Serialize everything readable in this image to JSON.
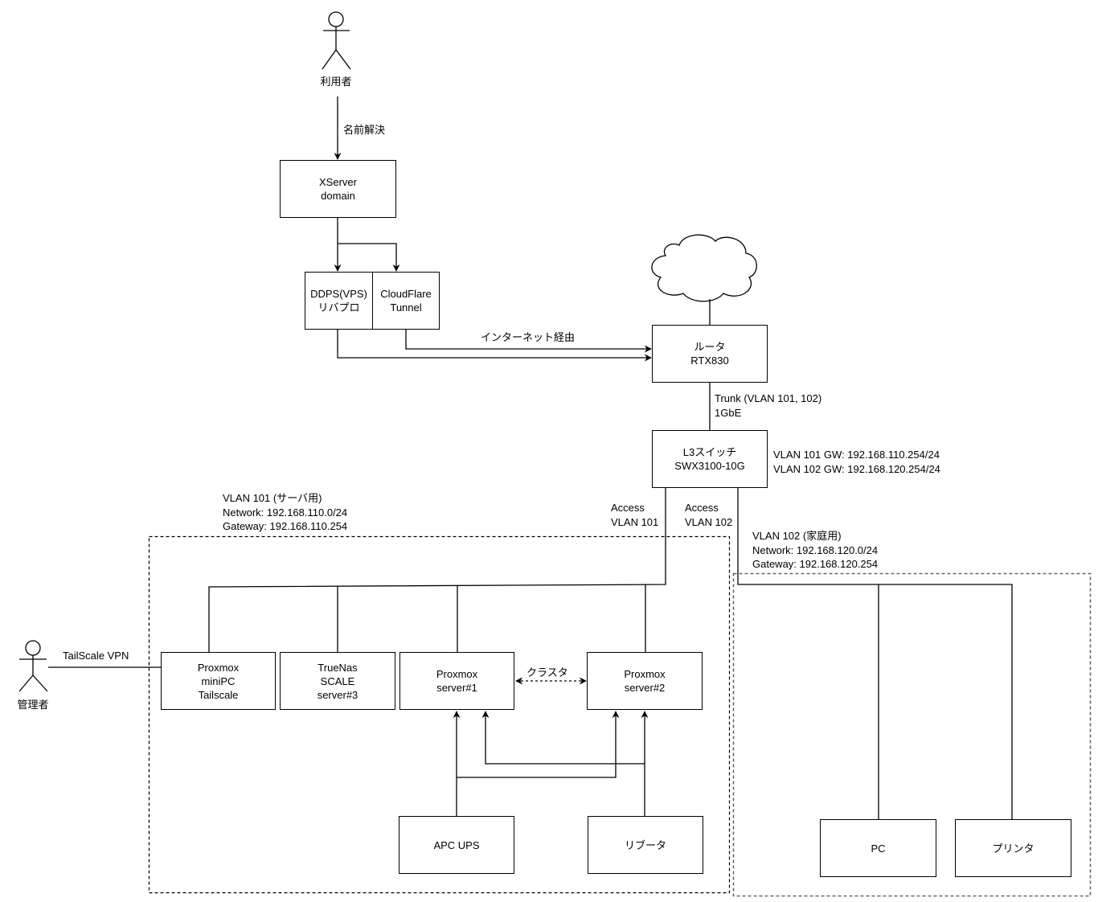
{
  "actors": {
    "user": {
      "label": "利用者",
      "icon": "person-icon"
    },
    "admin": {
      "label": "管理者",
      "icon": "person-icon"
    }
  },
  "nodes": {
    "xserver": "XServer\ndomain",
    "ddps": "DDPS(VPS)\nリバプロ",
    "cloudflare": "CloudFlare\nTunnel",
    "internet": {
      "label": "",
      "icon": "cloud-icon"
    },
    "router": "ルータ\nRTX830",
    "l3switch": "L3スイッチ\nSWX3100-10G",
    "proxmox_minipc": "Proxmox\nminiPC\nTailscale",
    "truenas": "TrueNas\nSCALE\nserver#3",
    "proxmox_server1": "Proxmox\nserver#1",
    "proxmox_server2": "Proxmox\nserver#2",
    "apc_ups": "APC UPS",
    "repeater": "リブータ",
    "pc": "PC",
    "printer": "プリンタ"
  },
  "edge_labels": {
    "name_resolution": "名前解決",
    "via_internet": "インターネット経由",
    "trunk": "Trunk (VLAN 101, 102)\n1GbE",
    "switch_gateways": "VLAN 101 GW: 192.168.110.254/24\nVLAN 102 GW: 192.168.120.254/24",
    "access_vlan101": "Access\nVLAN 101",
    "access_vlan102": "Access\nVLAN 102",
    "tailscale_vpn": "TailScale VPN",
    "cluster": "クラスタ"
  },
  "groups": {
    "vlan101": {
      "title": "VLAN 101 (サーバ用)",
      "network": "Network: 192.168.110.0/24",
      "gateway": "Gateway: 192.168.110.254"
    },
    "vlan102": {
      "title": "VLAN 102 (家庭用)",
      "network": "Network: 192.168.120.0/24",
      "gateway": "Gateway: 192.168.120.254"
    }
  },
  "colors": {
    "stroke": "#000000",
    "group_border_vlan101": "#000000",
    "group_border_vlan102": "#666666",
    "background": "#ffffff"
  }
}
